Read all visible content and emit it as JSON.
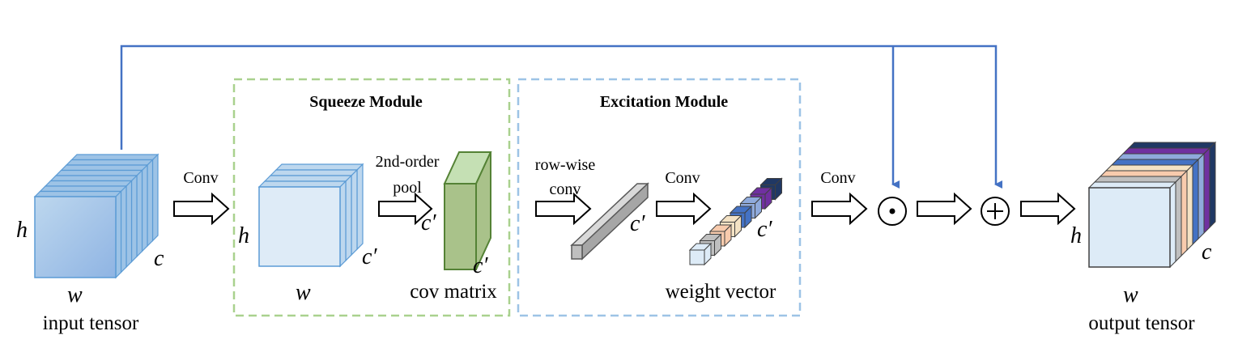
{
  "modules": {
    "squeeze_title": "Squeeze Module",
    "excitation_title": "Excitation Module",
    "squeeze_border": "#a9d18e",
    "excitation_border": "#9dc3e6"
  },
  "labels": {
    "input_tensor": "input tensor",
    "output_tensor": "output tensor",
    "cov_matrix": "cov matrix",
    "weight_vector": "weight vector",
    "conv_1": "Conv",
    "pool_line1": "2nd-order",
    "pool_line2": "pool",
    "rowwise_line1": "row-wise",
    "rowwise_line2": "conv",
    "conv_2": "Conv",
    "conv_3": "Conv"
  },
  "dims": {
    "h": "h",
    "w": "w",
    "c": "c",
    "c_prime": "c′"
  },
  "operators": {
    "multiply": "⊙",
    "add": "⊕"
  },
  "colors": {
    "skip_line": "#4472c4",
    "input_cube": "#9dc3e6",
    "cube_front": "#deebf7",
    "cov_matrix": "#a9c28a",
    "row_conv": "#b0b0b0",
    "weight_colors": [
      "#ddebf7",
      "#bfbfbf",
      "#f8cbad",
      "#f4e2c4",
      "#4472c4",
      "#8faadc",
      "#7030a0",
      "#203864"
    ]
  }
}
